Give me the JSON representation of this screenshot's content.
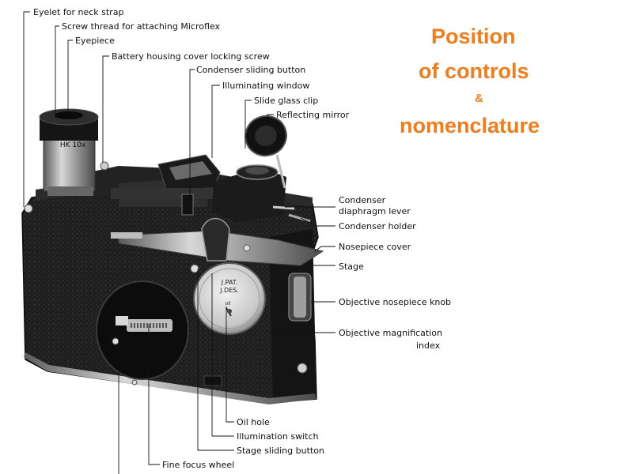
{
  "title": {
    "line1": "Position",
    "line2": "of controls",
    "amp": "&",
    "line3": "nomenclature"
  },
  "eyepiece_marking": "HK 10x",
  "plate_marking": [
    "J.PAT.",
    "J.DES."
  ],
  "oil_marking": "oil",
  "labels": {
    "eyelet": "Eyelet for neck strap",
    "screw_thread": "Screw thread for attaching Microflex",
    "eyepiece": "Eyepiece",
    "battery_cover": "Battery housing  cover locking screw",
    "condenser_sliding": "Condenser sliding button",
    "illuminating_window": "Illuminating window",
    "slide_glass_clip": "Slide glass clip",
    "reflecting_mirror": "Reflecting mirror",
    "condenser_diaphragm_1": "Condenser",
    "condenser_diaphragm_2": "diaphragm lever",
    "condenser_holder": "Condenser holder",
    "nosepiece_cover": "Nosepiece cover",
    "stage": "Stage",
    "objective_knob": "Objective nosepiece knob",
    "objective_index_1": "Objective magnification",
    "objective_index_2": "index",
    "oil_hole": "Oil hole",
    "illumination_switch": "Illumination switch",
    "stage_sliding": "Stage sliding button",
    "fine_focus": "Fine focus wheel"
  },
  "colors": {
    "accent": "#f07c1c",
    "body": "#1c1c1c",
    "metal": "#9a9a9a",
    "text": "#111111"
  }
}
